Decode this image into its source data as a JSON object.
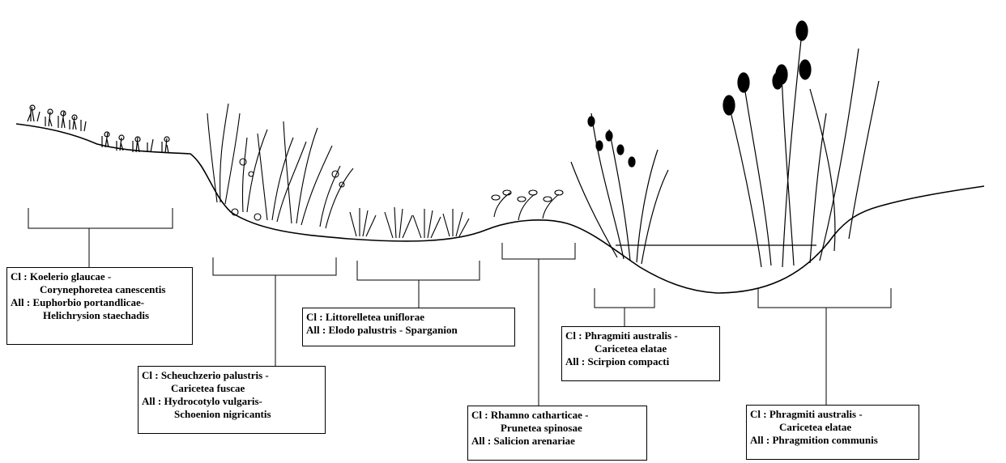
{
  "labels": {
    "koelerio": {
      "cl": "Cl : Koelerio glaucae -",
      "cl2": "Corynephoretea canescentis",
      "all": "All : Euphorbio portandlicae-",
      "all2": "Helichrysion staechadis"
    },
    "scheuchzerio": {
      "cl": "Cl : Scheuchzerio palustris -",
      "cl2": "Caricetea fuscae",
      "all": "All : Hydrocotylo vulgaris-",
      "all2": "Schoenion nigricantis"
    },
    "littorelletea": {
      "cl": "Cl : Littorelletea uniflorae",
      "all": "All : Elodo palustris - Sparganion"
    },
    "rhamno": {
      "cl": "Cl : Rhamno catharticae -",
      "cl2": "Prunetea spinosae",
      "all": "All : Salicion arenariae"
    },
    "phragmiti_mid": {
      "cl": "Cl : Phragmiti australis -",
      "cl2": "Caricetea elatae",
      "all": "All : Scirpion compacti"
    },
    "phragmiti_right": {
      "cl": "Cl : Phragmiti australis -",
      "cl2": "Caricetea elatae",
      "all": "All : Phragmition communis"
    }
  }
}
